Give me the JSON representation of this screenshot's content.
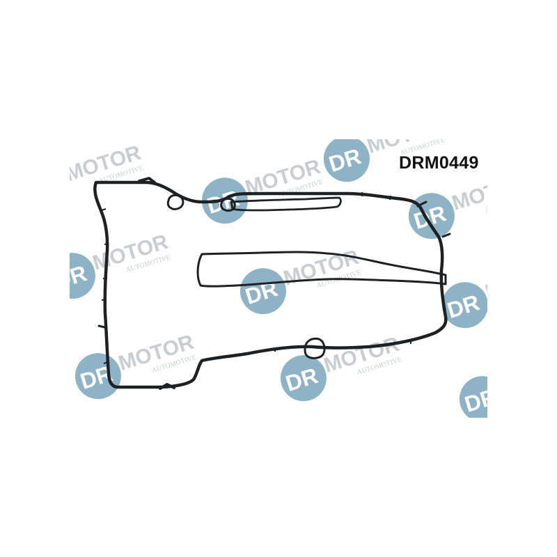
{
  "product": {
    "part_number": "DRM0449"
  },
  "watermark": {
    "brand_dr": "DR",
    "brand_motor": "MOTOR",
    "brand_sub": "AUTOMOTIVE",
    "circle_color": "#8fb3c6",
    "text_color": "#c9cdd1"
  },
  "gasket": {
    "color": "#1e2124"
  }
}
